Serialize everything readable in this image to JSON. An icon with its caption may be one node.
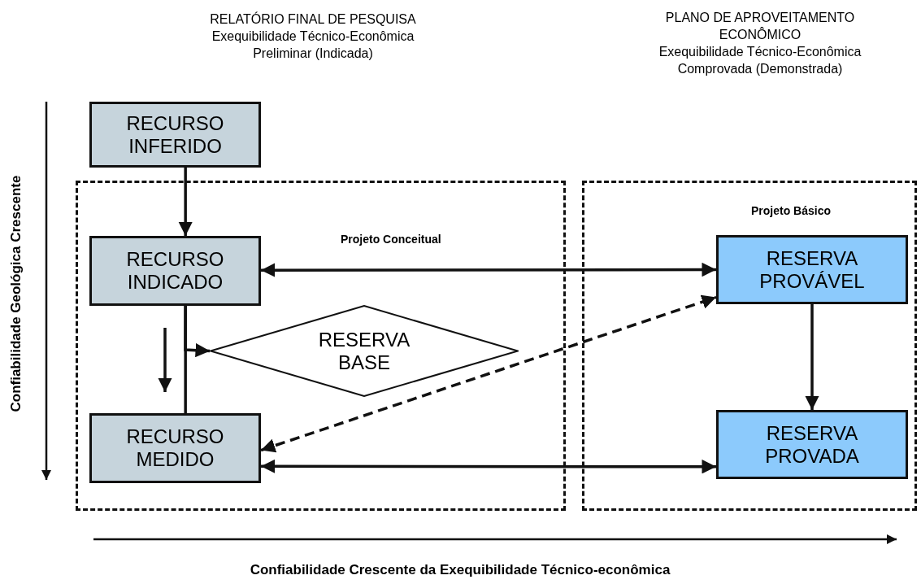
{
  "diagram": {
    "nodes": [
      {
        "text": [],
        "shape": "box"
      },
      {
        "text": [
          "Projeto Básico"
        ]
      },
      {
        "text": [
          "RECURSO INFERIDO"
        ]
      },
      {
        "text": [
          "RECURSO INDICADO"
        ],
        "in": 0
      },
      {
        "text": [
          "RESERVA BASE"
        ],
        "in": 0
      },
      {
        "text": [
          "RECURSO MEDIDO"
        ],
        "in": 0
      },
      {
        "text": [
          "RESERVA PROVÁVEL"
        ],
        "in": 1
      },
      {
        "text": [
          "RESERVA PROVADA"
        ],
        "in": 1
      }
    ],
    "edges": [
      {
        "from": 2,
        "to": 3,
        "arrow": "to"
      },
      {
        "from": 3,
        "to": 6,
        "arrow": "both",
        "label": "Projeto Conceitual"
      },
      {
        "from": 3,
        "to": 5,
        "arrow": "none"
      },
      {
        "from": 3,
        "to": 4,
        "arrow": "to"
      },
      {
        "from": 5,
        "to": 6,
        "arrow": "both",
        "style": "dashed"
      },
      {
        "from": 5,
        "to": 7,
        "arrow": "both"
      },
      {
        "from": 6,
        "to": 7,
        "arrow": "to"
      }
    ],
    "labels": [
      "RELATÓRIO FINAL DE PESQUISA",
      "Exequibilidade Técnico-Econômica Preliminar (Indicada)",
      "PLANO DE APROVEITAMENTO ECONÔMICO",
      "Exequibilidade Técnico-Econômica Comprovada (Demonstrada)",
      "Confiabilidade Geológica Crescente",
      "Confiabilidade Crescente da Exequibilidade Técnico-econômica"
    ]
  }
}
